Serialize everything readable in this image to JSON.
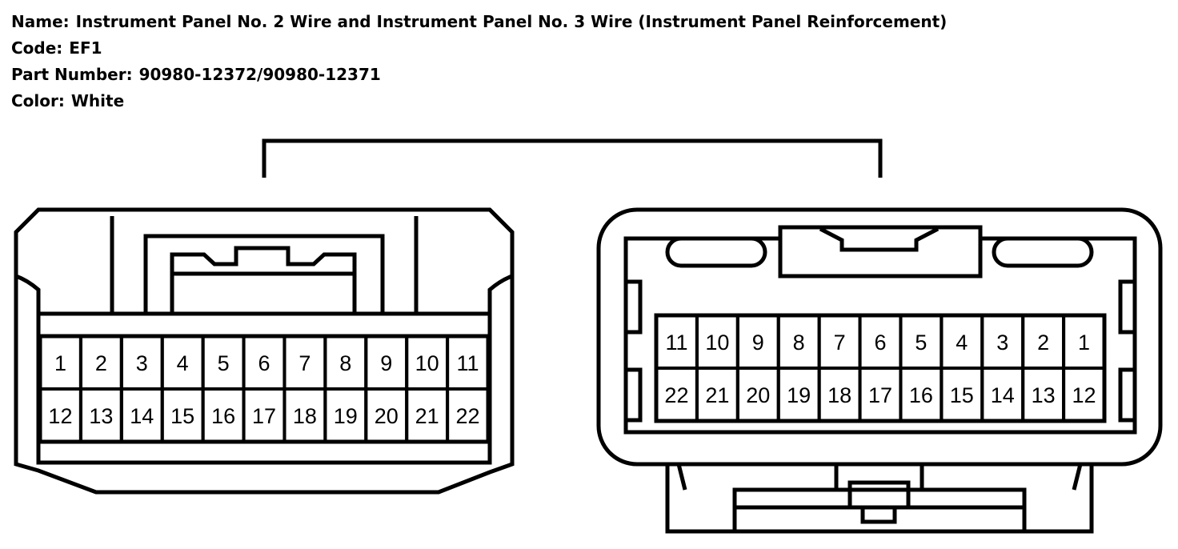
{
  "info": {
    "name_label": "Name:",
    "name_value": "Instrument Panel No. 2 Wire and Instrument Panel No. 3 Wire (Instrument Panel Reinforcement)",
    "code_label": "Code:",
    "code_value": "EF1",
    "part_label": "Part Number:",
    "part_value": "90980-12372/90980-12371",
    "color_label": "Color:",
    "color_value": "White"
  },
  "connectors": {
    "left": {
      "top_row": [
        "1",
        "2",
        "3",
        "4",
        "5",
        "6",
        "7",
        "8",
        "9",
        "10",
        "11"
      ],
      "bottom_row": [
        "12",
        "13",
        "14",
        "15",
        "16",
        "17",
        "18",
        "19",
        "20",
        "21",
        "22"
      ]
    },
    "right": {
      "top_row": [
        "11",
        "10",
        "9",
        "8",
        "7",
        "6",
        "5",
        "4",
        "3",
        "2",
        "1"
      ],
      "bottom_row": [
        "22",
        "21",
        "20",
        "19",
        "18",
        "17",
        "16",
        "15",
        "14",
        "13",
        "12"
      ]
    }
  }
}
